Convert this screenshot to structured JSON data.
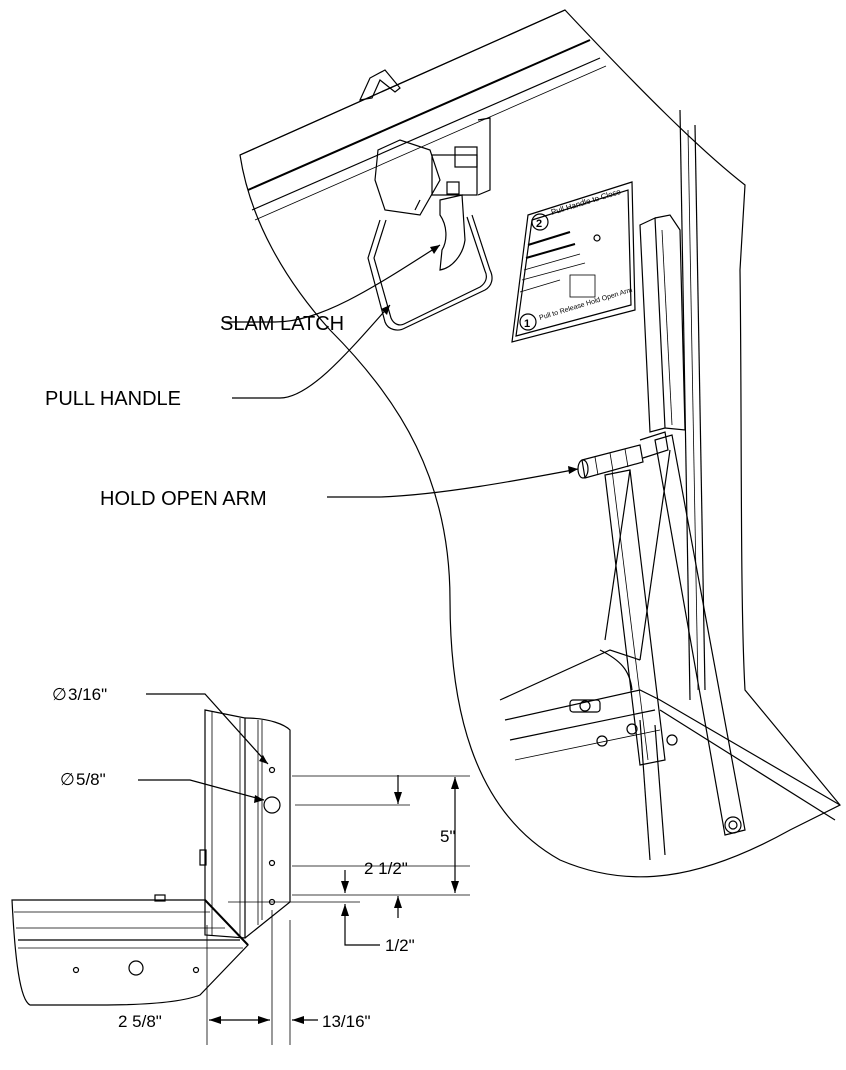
{
  "callouts": {
    "slam_latch": "SLAM LATCH",
    "pull_handle": "PULL HANDLE",
    "hold_open_arm": "HOLD OPEN ARM"
  },
  "dimensions": {
    "hole_small": "3/16\"",
    "hole_large": "5/8\"",
    "height_total": "5\"",
    "height_half": "2 1/2\"",
    "offset_bottom": "1/2\"",
    "width_left": "2 5/8\"",
    "width_right": "13/16\""
  },
  "decal": {
    "step2_number": "2",
    "step2_text": "Pull Handle to Close",
    "step1_number": "1",
    "step1_text": "Pull to Release Hold Open Arm"
  }
}
